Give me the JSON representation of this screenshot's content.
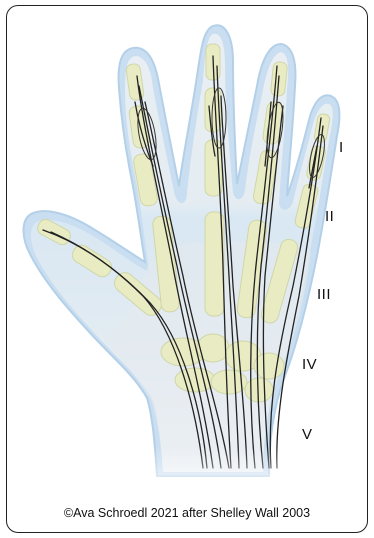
{
  "zones": {
    "z1": "I",
    "z2": "II",
    "z3": "III",
    "z4": "IV",
    "z5": "V"
  },
  "credit": "©Ava Schroedl 2021 after Shelley Wall 2003",
  "colors": {
    "skin_outline": "#bdd7ea",
    "skin_fill": "#e6eef4",
    "bone": "#e9ecc3",
    "bone_edge": "#c8cfa0",
    "tendon": "#222222",
    "frame": "#222222"
  }
}
